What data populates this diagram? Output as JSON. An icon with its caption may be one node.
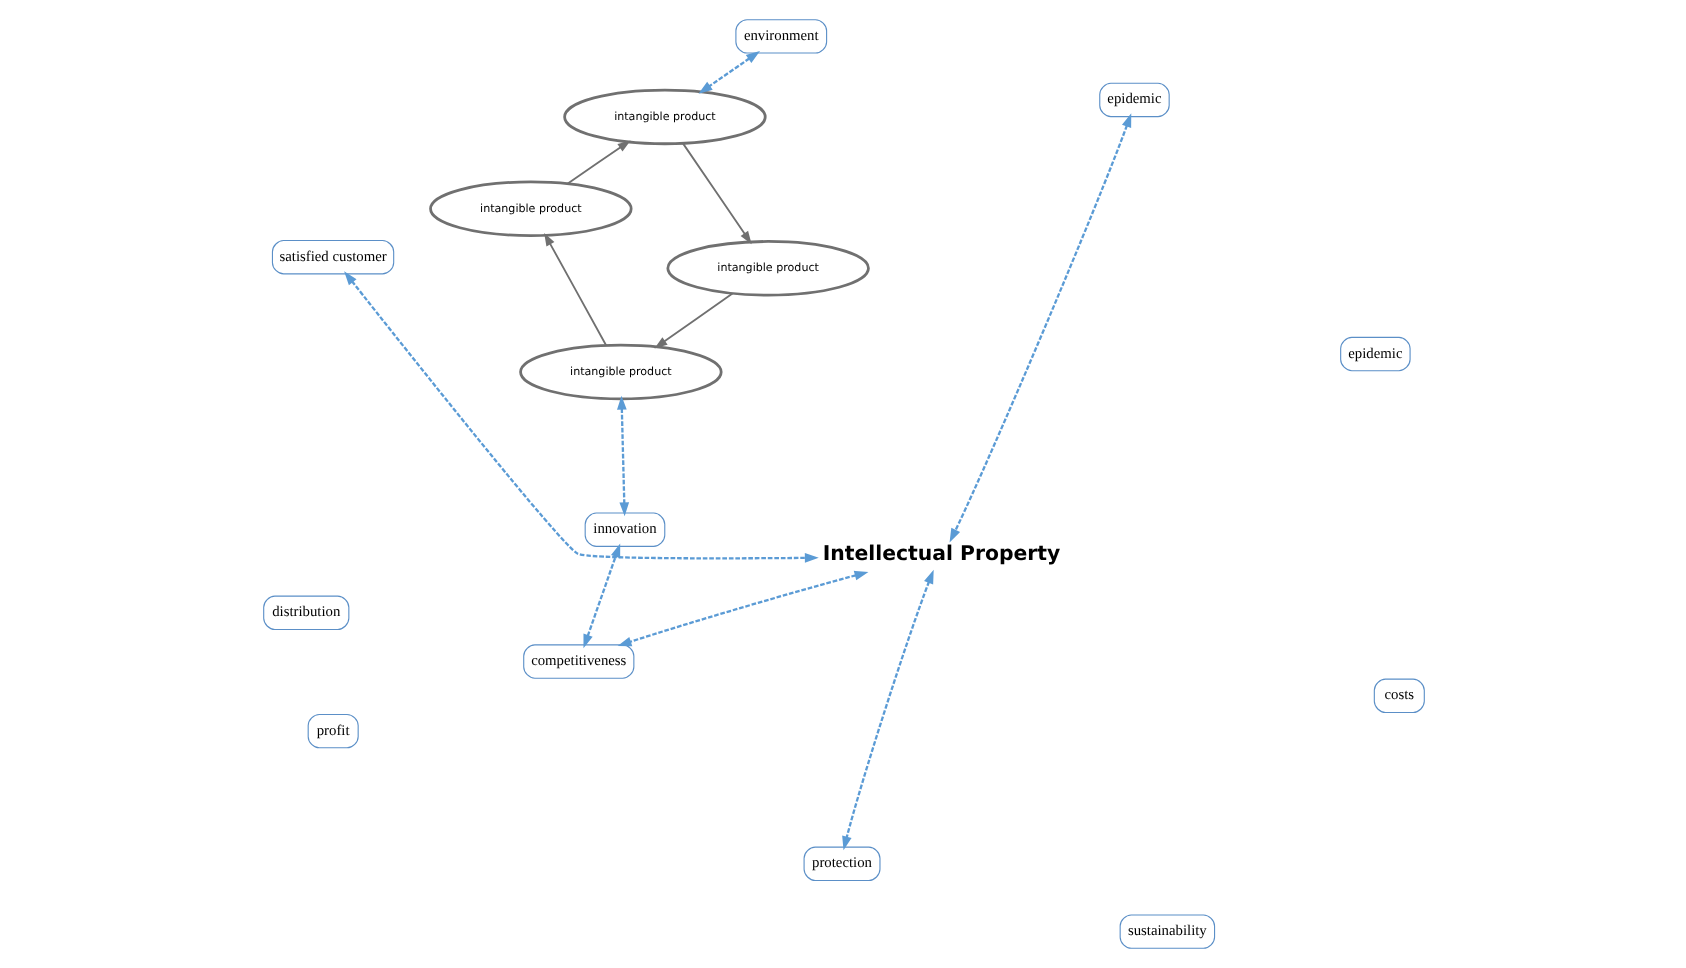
{
  "diagram": {
    "nodes": [
      {
        "text": [
          "satisfied customer"
        ]
      },
      {
        "text": [
          "profit"
        ]
      },
      {
        "text": [
          "competitiveness"
        ]
      },
      {
        "text": [
          "distribution"
        ]
      },
      {
        "text": [
          "environment"
        ]
      },
      {
        "text": [
          "epidemic"
        ]
      },
      {
        "text": [
          "innovation"
        ]
      },
      {
        "text": [
          "epidemic"
        ]
      },
      {
        "text": [
          "costs"
        ]
      },
      {
        "text": [
          "sustainability"
        ]
      },
      {
        "text": [
          "protection"
        ]
      },
      {
        "text": [
          "intangible product"
        ]
      },
      {
        "text": [
          "intangible product"
        ]
      },
      {
        "text": [
          "Intellectual Property"
        ]
      },
      {
        "text": [
          "intangible product"
        ]
      },
      {
        "text": [
          "intangible product"
        ]
      }
    ],
    "edges": [
      {
        "from": 0,
        "to": 13,
        "arrow": "both",
        "style": "dashed"
      },
      {
        "from": 4,
        "to": 11,
        "arrow": "both",
        "style": "dashed"
      },
      {
        "from": 13,
        "to": 2,
        "arrow": "both",
        "style": "dashed"
      },
      {
        "from": 2,
        "to": 6,
        "arrow": "both",
        "style": "dashed"
      },
      {
        "from": 5,
        "to": 13,
        "arrow": "both",
        "style": "dashed"
      },
      {
        "from": 15,
        "to": 6,
        "arrow": "both",
        "style": "dashed"
      },
      {
        "from": 13,
        "to": 10,
        "arrow": "both",
        "style": "dashed"
      },
      {
        "from": 11,
        "to": 12,
        "arrow": "to",
        "color": "#707070"
      },
      {
        "from": 12,
        "to": 15,
        "arrow": "to",
        "color": "#707070"
      },
      {
        "from": 15,
        "to": 14,
        "arrow": "to",
        "color": "#707070"
      },
      {
        "from": 14,
        "to": 11,
        "arrow": "to",
        "color": "#707070"
      }
    ]
  }
}
